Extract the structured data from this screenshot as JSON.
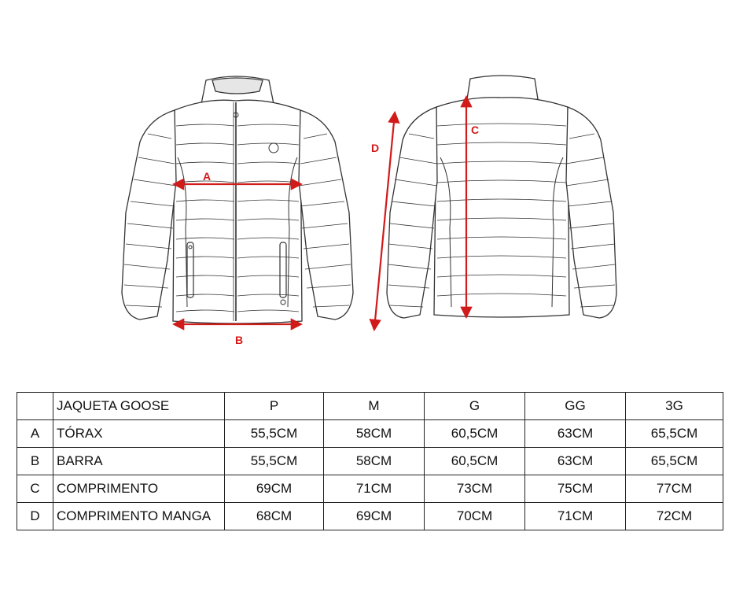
{
  "labels": {
    "a": "A",
    "b": "B",
    "c": "C",
    "d": "D"
  },
  "colors": {
    "arrow": "#d11a1a",
    "line": "#222222"
  },
  "table": {
    "title": "JAQUETA GOOSE",
    "sizes": [
      "P",
      "M",
      "G",
      "GG",
      "3G"
    ],
    "rows": [
      {
        "code": "A",
        "name": "TÓRAX",
        "values": [
          "55,5CM",
          "58CM",
          "60,5CM",
          "63CM",
          "65,5CM"
        ]
      },
      {
        "code": "B",
        "name": "BARRA",
        "values": [
          "55,5CM",
          "58CM",
          "60,5CM",
          "63CM",
          "65,5CM"
        ]
      },
      {
        "code": "C",
        "name": "COMPRIMENTO",
        "values": [
          "69CM",
          "71CM",
          "73CM",
          "75CM",
          "77CM"
        ]
      },
      {
        "code": "D",
        "name": "COMPRIMENTO MANGA",
        "values": [
          "68CM",
          "69CM",
          "70CM",
          "71CM",
          "72CM"
        ]
      }
    ]
  }
}
